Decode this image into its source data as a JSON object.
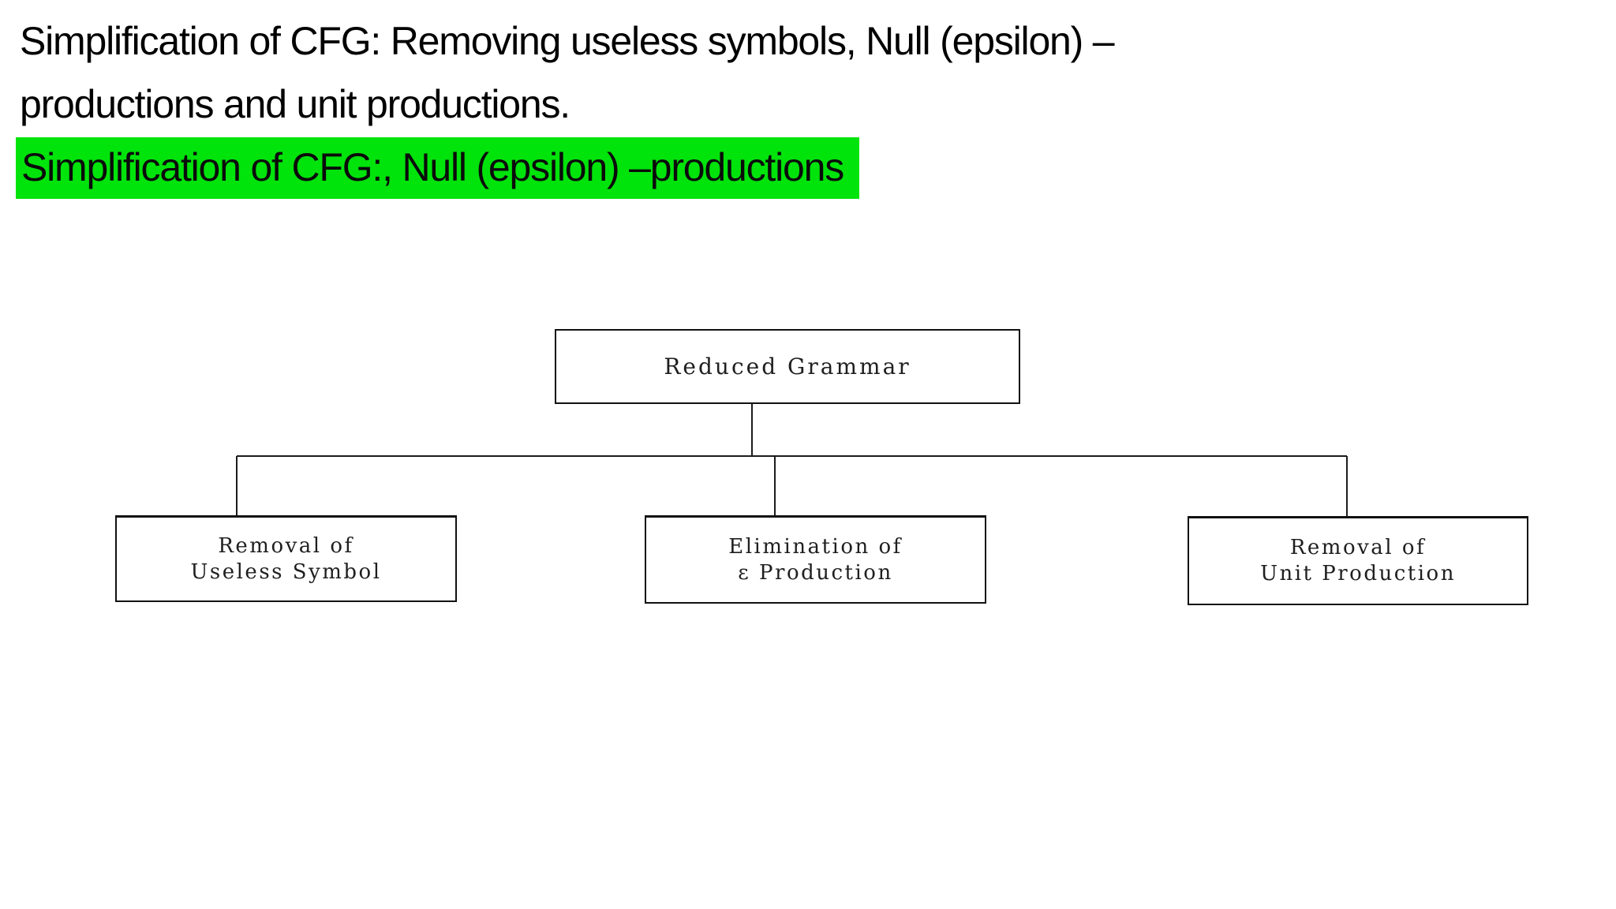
{
  "slide": {
    "background": "#ffffff",
    "title": {
      "line1": "Simplification of CFG: Removing useless symbols, Null (epsilon) –",
      "line2": "productions and unit productions.",
      "highlighted_text": "Simplification of CFG:, Null (epsilon) –productions",
      "highlight_color": "#00e30b",
      "text_color": "#000000"
    },
    "diagram": {
      "line_color": "#1c1c1c",
      "root_node": {
        "label": "Reduced Grammar"
      },
      "child_nodes": [
        {
          "line1": "Removal of",
          "line2": "Useless Symbol"
        },
        {
          "line1": "Elimination of",
          "line2": "ε Production"
        },
        {
          "line1": "Removal of",
          "line2": "Unit Production"
        }
      ]
    }
  }
}
